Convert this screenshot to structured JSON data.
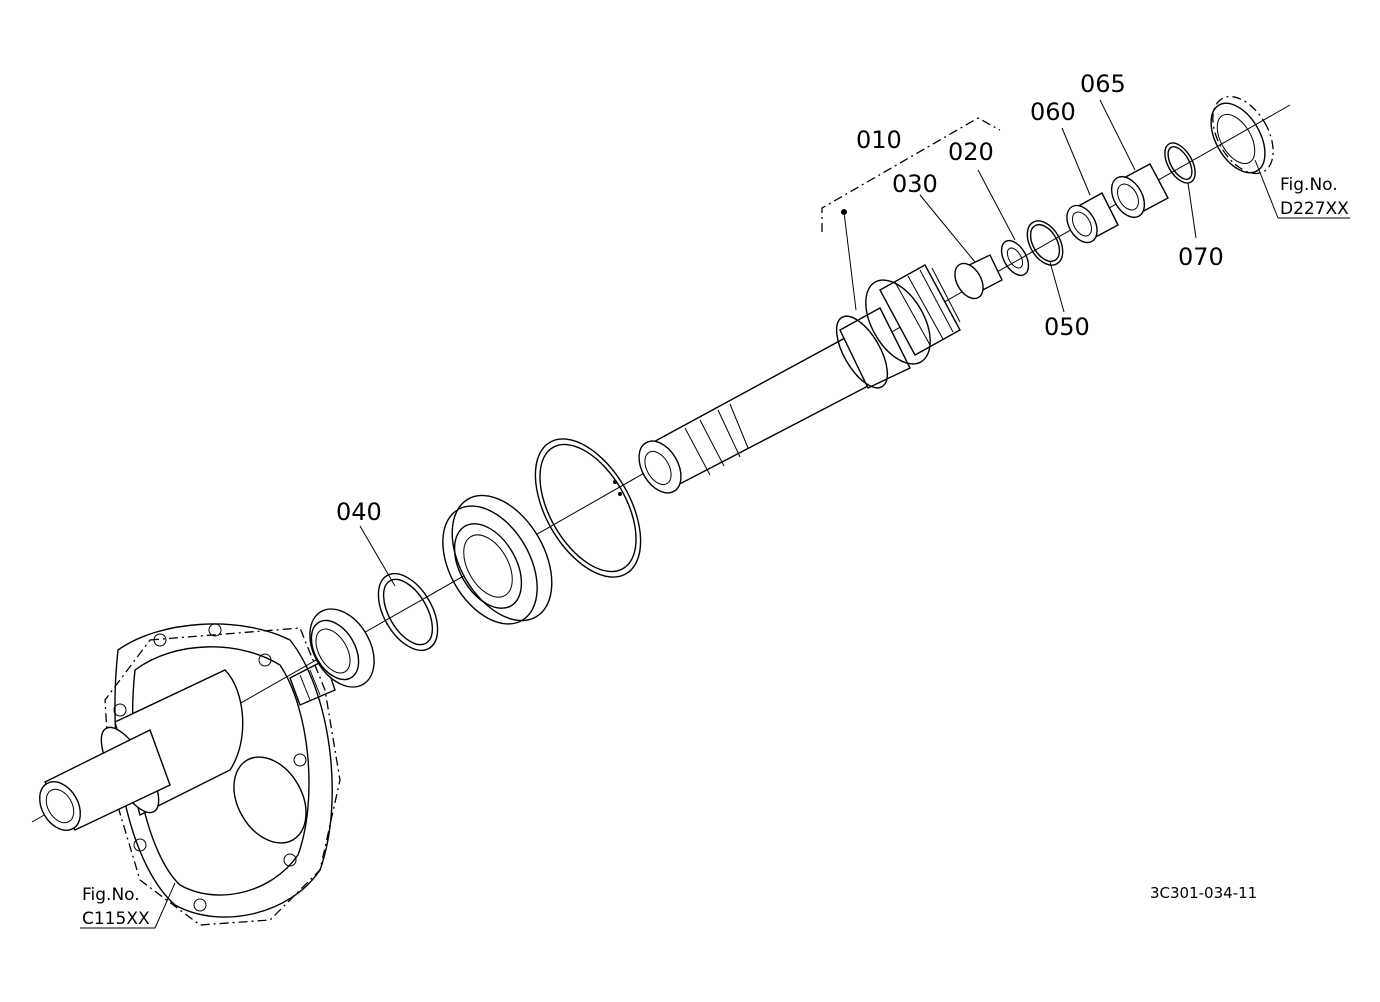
{
  "parts": [
    {
      "id": "part-010",
      "label": "010"
    },
    {
      "id": "part-020",
      "label": "020"
    },
    {
      "id": "part-030",
      "label": "030"
    },
    {
      "id": "part-040",
      "label": "040"
    },
    {
      "id": "part-050",
      "label": "050"
    },
    {
      "id": "part-060",
      "label": "060"
    },
    {
      "id": "part-065",
      "label": "065"
    },
    {
      "id": "part-070",
      "label": "070"
    }
  ],
  "references": {
    "top_right": {
      "line1": "Fig.No.",
      "line2": "D227XX"
    },
    "bottom_left": {
      "line1": "Fig.No.",
      "line2": "C115XX"
    }
  },
  "drawing_code": "3C301-034-11"
}
